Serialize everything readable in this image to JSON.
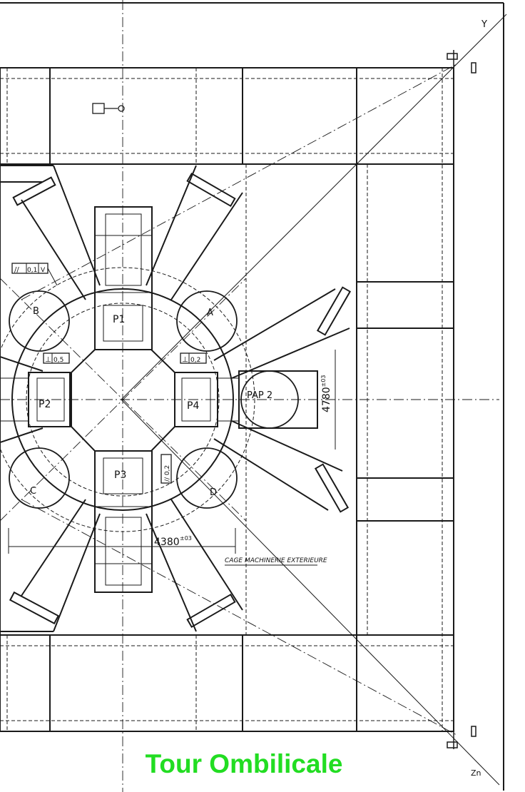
{
  "caption": "Tour Ombilicale",
  "colors": {
    "caption": "#22dd22",
    "ink": "#1a1a1a",
    "paper": "#ffffff"
  },
  "axes": {
    "y": "Y",
    "z": "Zn"
  },
  "pits": {
    "p1": "P1",
    "p2": "P2",
    "p3": "P3",
    "p4": "P4",
    "pap2": "PAP 2"
  },
  "tanks": {
    "a": "A",
    "b": "B",
    "c": "C",
    "d": "D"
  },
  "dimensions": {
    "horizontal": "4380",
    "horizontal_tol": "±03",
    "vertical": "4780",
    "vertical_tol": "±03"
  },
  "tolerances": {
    "parallel_top": "0,1",
    "parallel_top_ref": "V",
    "perp_left": "0,5",
    "perp_right": "0,2",
    "parallel_mid": "0,2"
  },
  "note": "CAGE MACHINERIE EXTERIEURE"
}
